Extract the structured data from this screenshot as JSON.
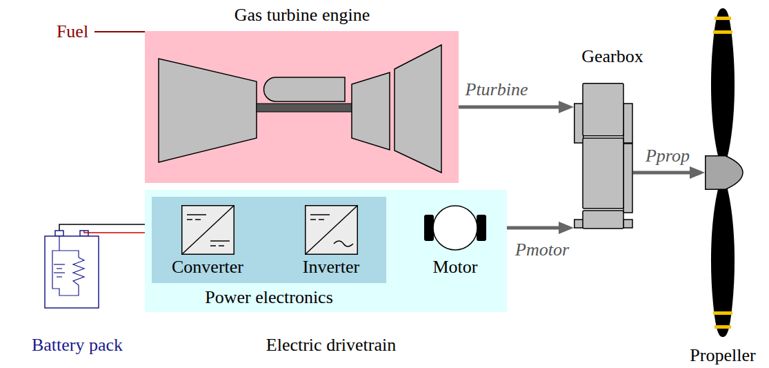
{
  "diagram": {
    "nodes": [
      {
        "text": [
          "Gas turbine engine"
        ]
      },
      {
        "text": [
          "Electric drivetrain"
        ]
      },
      {
        "text": [
          "Power electronics"
        ],
        "in": 1
      },
      {
        "text": [
          "Converter"
        ],
        "in": 2
      },
      {
        "text": [
          "Inverter"
        ],
        "in": 2
      },
      {
        "text": [
          "Motor"
        ],
        "in": 1
      },
      {
        "text": [
          "Gearbox"
        ]
      },
      {
        "text": [
          "Propeller"
        ]
      },
      {
        "text": [
          "Battery pack"
        ]
      }
    ],
    "edges": [
      {
        "from": 0,
        "to": 6,
        "label": "Pturbine",
        "arrow": "to"
      },
      {
        "from": 5,
        "to": 6,
        "label": "Pmotor",
        "arrow": "to"
      },
      {
        "from": 6,
        "to": 7,
        "label": "Pprop",
        "arrow": "to"
      },
      {
        "from": 8,
        "to": 3,
        "arrow": "none"
      },
      {
        "from": 3,
        "to": 4,
        "arrow": "none"
      },
      {
        "from": 4,
        "to": 5,
        "arrow": "none"
      }
    ],
    "labels": [
      "Fuel"
    ]
  }
}
